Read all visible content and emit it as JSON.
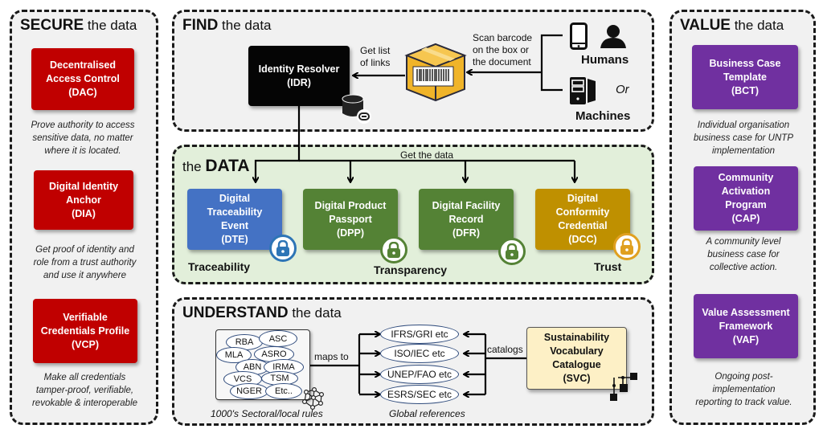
{
  "secure": {
    "title_bold": "SECURE",
    "title_rest": " the data",
    "items": [
      {
        "label": "Decentralised\nAccess Control\n(DAC)",
        "desc": "Prove authority to access\nsensitive data, no matter\nwhere it is located."
      },
      {
        "label": "Digital Identity\nAnchor\n(DIA)",
        "desc": "Get proof of identity and\nrole from a trust authority\nand use it anywhere"
      },
      {
        "label": "Verifiable\nCredentials Profile\n(VCP)",
        "desc": "Make all credentials\ntamper-proof, verifiable,\nrevokable & interoperable"
      }
    ]
  },
  "find": {
    "title_bold": "FIND",
    "title_rest": " the data",
    "idr_label": "Identity Resolver\n(IDR)",
    "get_list": "Get list\nof links",
    "scan": "Scan barcode\non the box or\nthe document",
    "humans": "Humans",
    "or": "Or",
    "machines": "Machines",
    "icons": [
      "database-link-icon",
      "barcode-box-icon",
      "smartphone-icon",
      "person-icon",
      "computer-tower-icon"
    ]
  },
  "data": {
    "title_light": "the ",
    "title_bold": "DATA",
    "get_the_data": "Get the data",
    "items": [
      {
        "label": "Digital\nTraceability\nEvent\n(DTE)",
        "color": "#4472c4"
      },
      {
        "label": "Digital Product\nPassport\n(DPP)",
        "color": "#548235"
      },
      {
        "label": "Digital Facility\nRecord\n(DFR)",
        "color": "#548235"
      },
      {
        "label": "Digital\nConformity\nCredential\n(DCC)",
        "color": "#bf9000"
      }
    ],
    "categories": [
      "Traceability",
      "Transparency",
      "Trust"
    ]
  },
  "understand": {
    "title_bold": "UNDERSTAND",
    "title_rest": " the data",
    "rules": [
      "RBA",
      "ASC",
      "MLA",
      "ASRO",
      "ABN",
      "IRMA",
      "VCS",
      "TSM",
      "NGER",
      "Etc.."
    ],
    "rules_caption": "1000's Sectoral/local rules",
    "maps_to": "maps to",
    "references": [
      "IFRS/GRI etc",
      "ISO/IEC etc",
      "UNEP/FAO etc",
      "ESRS/SEC etc"
    ],
    "references_caption": "Global references",
    "catalogs": "catalogs",
    "svc_label": "Sustainability\nVocabulary\nCatalogue\n(SVC)"
  },
  "value": {
    "title_bold": "VALUE",
    "title_rest": " the data",
    "items": [
      {
        "label": "Business Case\nTemplate\n(BCT)",
        "desc": "Individual organisation\nbusiness case for UNTP\nimplementation"
      },
      {
        "label": "Community\nActivation\nProgram\n(CAP)",
        "desc": "A community level\nbusiness case for\ncollective action."
      },
      {
        "label": "Value Assessment\nFramework\n(VAF)",
        "desc": "Ongoing post-\nimplementation\nreporting to track value."
      }
    ]
  },
  "colors": {
    "secure": "#c00000",
    "value": "#7030a0",
    "dte": "#4472c4",
    "dpp_dfr": "#548235",
    "dcc": "#bf9000",
    "data_panel_bg": "#e2efda",
    "svc_bg": "#fdf0c6"
  }
}
